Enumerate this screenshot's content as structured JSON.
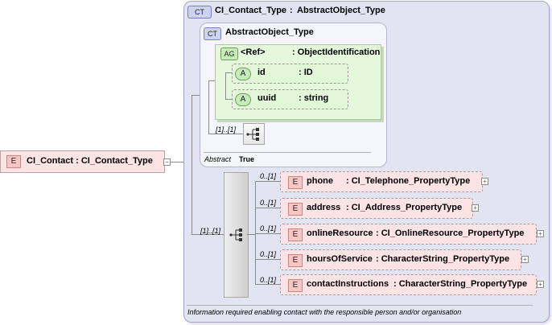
{
  "root_element": {
    "badge": "E",
    "label": "CI_Contact : CI_Contact_Type"
  },
  "complex_type": {
    "badge": "CT",
    "name": "CI_Contact_Type",
    "separator": ":",
    "base": "AbstractObject_Type"
  },
  "abstract_type": {
    "badge": "CT",
    "name": "AbstractObject_Type",
    "abstract_label": "Abstract",
    "abstract_value": "True"
  },
  "attribute_group": {
    "badge": "AG",
    "ref": "<Ref>",
    "type": ": ObjectIdentification",
    "attributes": [
      {
        "badge": "A",
        "name": "id",
        "type": ": ID"
      },
      {
        "badge": "A",
        "name": "uuid",
        "type": ": string"
      }
    ]
  },
  "inner_sequence": {
    "cardinality": "[1]..[1]"
  },
  "sequence": {
    "cardinality": "[1]..[1]",
    "children": [
      {
        "badge": "E",
        "cardinality": "0..[1]",
        "name": "phone",
        "type": ": CI_Telephone_PropertyType"
      },
      {
        "badge": "E",
        "cardinality": "0..[1]",
        "name": "address",
        "type": ": CI_Address_PropertyType"
      },
      {
        "badge": "E",
        "cardinality": "0..[1]",
        "name": "onlineResource",
        "type": ": CI_OnlineResource_PropertyType"
      },
      {
        "badge": "E",
        "cardinality": "0..[1]",
        "name": "hoursOfService",
        "type": ": CharacterString_PropertyType"
      },
      {
        "badge": "E",
        "cardinality": "0..[1]",
        "name": "contactInstructions",
        "type": ": CharacterString_PropertyType"
      }
    ]
  },
  "documentation": "Information required enabling contact with the  responsible person and/or organisation",
  "expander_symbol": "+",
  "collapse_symbol": "−",
  "colors": {
    "element_fill": "#fde4e4",
    "attribute_fill": "#e2f7d8",
    "complex_type_fill": "#e3e4f2"
  }
}
